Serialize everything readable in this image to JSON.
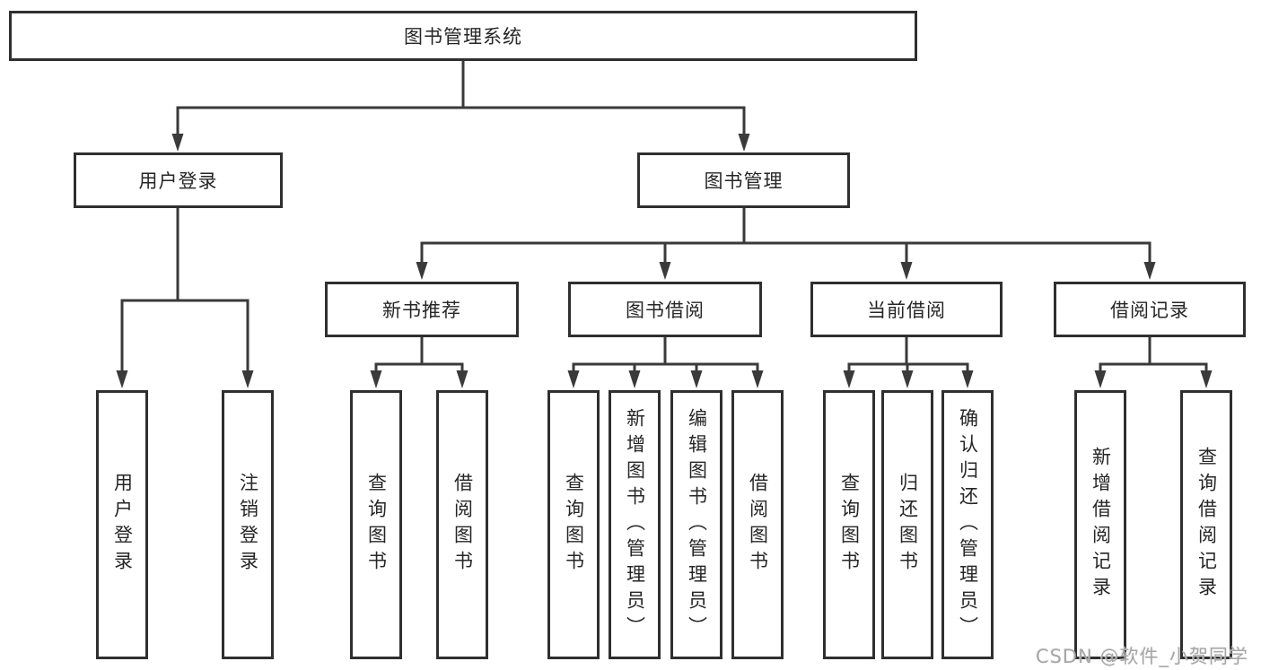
{
  "tree": {
    "root": {
      "label": "图书管理系统",
      "children": [
        {
          "label": "用户登录",
          "children": [
            {
              "label": "用户登录"
            },
            {
              "label": "注销登录"
            }
          ]
        },
        {
          "label": "图书管理",
          "children": [
            {
              "label": "新书推荐",
              "children": [
                {
                  "label": "查询图书"
                },
                {
                  "label": "借阅图书"
                }
              ]
            },
            {
              "label": "图书借阅",
              "children": [
                {
                  "label": "查询图书"
                },
                {
                  "label": "新增图书（管理员）"
                },
                {
                  "label": "编辑图书（管理员）"
                },
                {
                  "label": "借阅图书"
                }
              ]
            },
            {
              "label": "当前借阅",
              "children": [
                {
                  "label": "查询图书"
                },
                {
                  "label": "归还图书"
                },
                {
                  "label": "确认归还（管理员）"
                }
              ]
            },
            {
              "label": "借阅记录",
              "children": [
                {
                  "label": "新增借阅记录"
                },
                {
                  "label": "查询借阅记录"
                }
              ]
            }
          ]
        }
      ]
    }
  },
  "watermark": {
    "text": "CSDN @软件_小贺同学"
  },
  "colors": {
    "line": "#3a3a3a",
    "box_border": "#2f2f2f",
    "text": "#262626",
    "background": "#ffffff",
    "watermark": "#a6a6a6"
  }
}
